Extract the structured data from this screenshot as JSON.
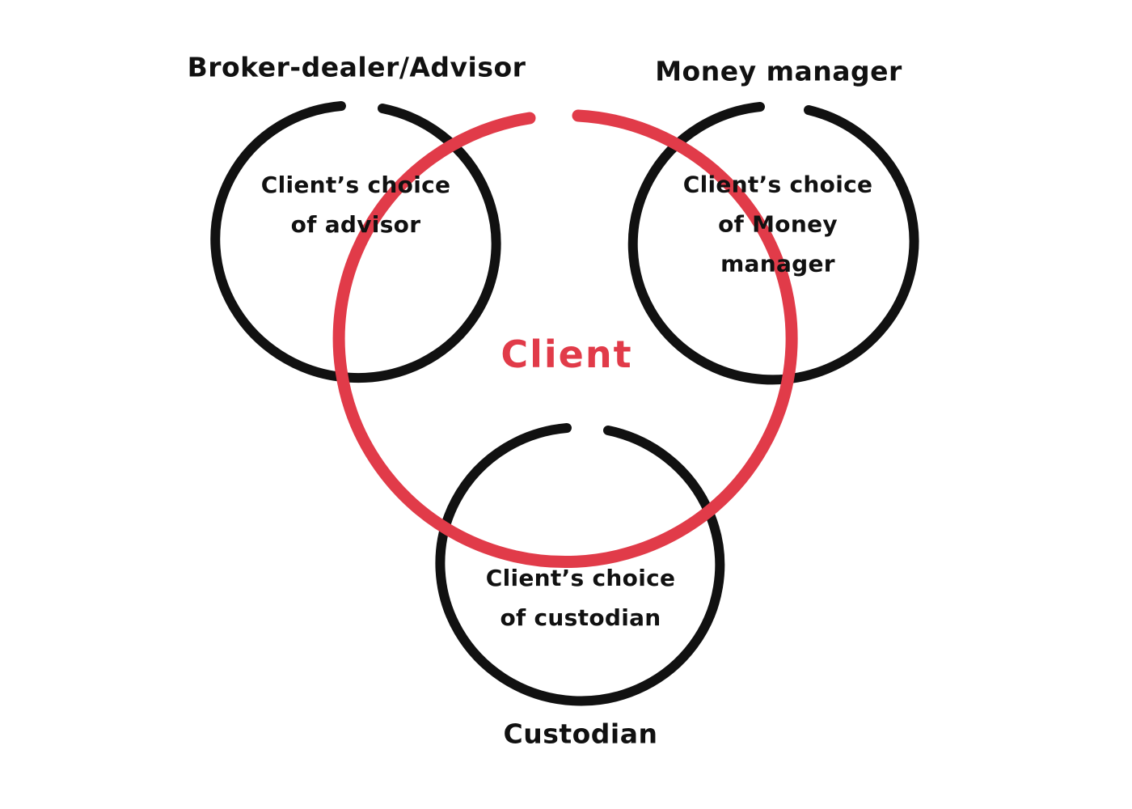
{
  "colors": {
    "background": "#ffffff",
    "ink": "#111111",
    "accent": "#e13b49"
  },
  "diagram": {
    "client_label": "Client",
    "nodes": {
      "broker": {
        "title": "Broker-dealer/Advisor",
        "lines": [
          "Client’s choice",
          "of advisor"
        ]
      },
      "money_manager": {
        "title": "Money manager",
        "lines": [
          "Client’s choice",
          "of Money",
          "manager"
        ]
      },
      "custodian": {
        "title": "Custodian",
        "lines": [
          "Client’s choice",
          "of custodian"
        ]
      }
    }
  }
}
